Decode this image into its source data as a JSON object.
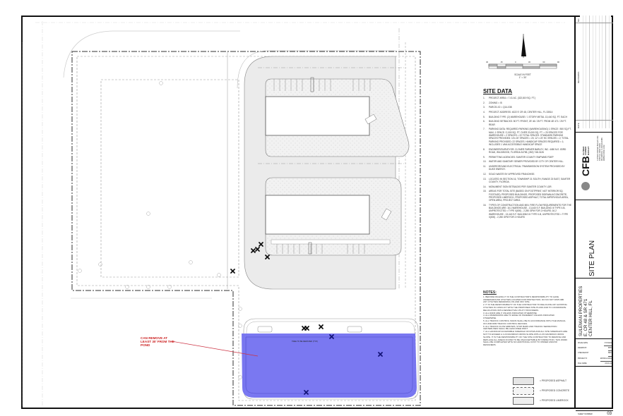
{
  "sheet": {
    "title": "SITE PLAN",
    "sheet_number_label": "SHEET NUMBER",
    "sheet_number": "03"
  },
  "north_arrow": {
    "icon": "north-arrow-icon",
    "label": "N"
  },
  "scale_bar": {
    "ticks": [
      "30",
      "15",
      "0",
      "30",
      "60",
      "90"
    ],
    "label": "SCALE IN FEET",
    "ratio": "1\" = 30'"
  },
  "revisions": {
    "header_no": "NO.",
    "header_revisions": "REVISIONS",
    "header_date": "DATE"
  },
  "firm": {
    "logo": "CFB",
    "name_lines": [
      "CLYMER",
      "FARNER",
      "BARLEY"
    ],
    "address_lines": [
      "CLYMER FARNER BARLEY, INC.",
      "4450 N.E. 83RD ROAD",
      "WILDWOOD, FLORIDA 34785",
      "WWW.CFBINC.COM"
    ]
  },
  "project": {
    "name": "SULEMAN PROPERTIES",
    "location_line1": "E. CR 48 & SR 471",
    "location_line2": "CENTER HILL, FL"
  },
  "info_block": [
    {
      "label": "ISSUE DATE",
      "value": "7/17/2024"
    },
    {
      "label": "DRAWN BY",
      "value": "BHP"
    },
    {
      "label": "CHECKED BY",
      "value": "SMC"
    },
    {
      "label": "PROJECT #",
      "value": "EP2024-21001"
    },
    {
      "label": "FILE NAME",
      "value": "24-21-01"
    }
  ],
  "site_data": {
    "title": "SITE DATA",
    "items": [
      {
        "n": "1.",
        "text": "PROJECT AREA = 7.41 AC. (322,819 SQ. FT.)"
      },
      {
        "n": "2.",
        "text": "ZONING = I5"
      },
      {
        "n": "3.",
        "text": "PARCEL ID = Q14-038"
      },
      {
        "n": "4.",
        "text": "PROJECT ADDRESS: 4022 E CR 48, CENTER HILL, FL 33514"
      },
      {
        "n": "5.",
        "text": "BUILDING TYPE: (2) WAREHOUSE / 1 STORY METAL 13,440 SQ. FT. EACH"
      },
      {
        "n": "6.",
        "text": "BUILDING SETBACKS: 50 FT. FRONT, 25' 46 / 25 FT. FROM 48' 471 / 25 FT. REAR"
      },
      {
        "n": "7.",
        "text": "PARKING DATA: REQUIRED PARKING (WAREHOUSING) 1 SPACE / 500 SQ.FT. MAX; 1 SPACE / 2,000 SQ. FT. OVER 20,000 SQ. FT. = 20 SPACES FOR WAREHOUSE = 2 SPACES = 22 TOTAL SPACES. STANDARD PARKING SPACES PROVIDED: 10'x 20' SPACES = 20; 12' x 20' HC SPACES = 2; TOTAL PARKING PROVIDED: 22 SPACES. HANDICAP SPACES REQUIRED = 1; INCLUDES 1 VAN ACCESSIBLE HANDICAP SPACE"
      },
      {
        "n": "8.",
        "text": "ENGINEER/SURVEYOR: CLYMER FARNER BARLEY, INC. 4450 N.E. 83RD ROAD, WILDWOOD, FLORIDA 34785, (352) 748-3126"
      },
      {
        "n": "9.",
        "text": "PERMITTING AGENCIES: SUMTER COUNTY   SWFWMD   FDEP"
      },
      {
        "n": "10.",
        "text": "WATER AND SANITARY SEWER PROVIDED BY CITY OF CENTER HILL."
      },
      {
        "n": "11.",
        "text": "UNDERGROUND ELECTRICAL TRANSMISSION SYSTEM PROVIDED BY DUKE ENERGY."
      },
      {
        "n": "12.",
        "text": "SOLID WASTE BY APPROVED FRANCHISE."
      },
      {
        "n": "13.",
        "text": "LOCATED IN SECTION 16, TOWNSHIP 21 SOUTH, RANGE 23 EAST, SUMTER COUNTY, FLORIDA."
      },
      {
        "n": "14.",
        "text": "MONUMENT SIGN SETBACKS PER SUMTER COUNTY LDR."
      },
      {
        "n": "15.",
        "text": "AREAS FOR TOTAL SITE (BASED ON FOOTPRINT, NOT INTERIOR SQ. FOOTAGE): PROPOSED BUILDINGS, PROPOSED SIDEWALK/CONCRETE, PROPOSED LIMEROCK, PROPOSED ASPHALT, TOTAL IMPERVIOUS AREA, OPEN AREA, PROJECT AREA"
      },
      {
        "n": "16.",
        "text": "TYPES OF CONSTRUCTION AND MIN. FIRE FLOW REQUIREMENTS FOR THE BUILDINGS ARE: 16.1 WAREHOUSE - 13,440 S.F. BUILDING III TYPE II-B, UNPROTECTED = TYPE II(000) - 2,250 GPM FOR 2 HOURS; 16.2 WAREHOUSE - 13,440 S.F. BUILDING III TYPE II-B, UNPROTECTED = TYPE II(000) - 2,250 GPM FOR 2 HOURS"
      }
    ]
  },
  "notes": {
    "title": "NOTES:",
    "items": [
      "1. BEFORE DIGGING IT IS THE CONTRACTOR'S RESPONSIBILITY TO HAVE UNDERGROUND UTILITIES LOCATED FOR PROTECTION. DO NO NOT DISTURB ANY UTILITIES REMAINING ON AND OFF SITE.",
      "2. IT IS THE RESPONSIBILITY OF THE CONTRACTOR TO RELOCATE ANY EXISTING UTILITIES IN CONFLICT WITH THE PROPOSED SITE PLANS AND TO COORDINATE RELOCATION WITH RESPECTIVE UTILITY PROVIDERS.",
      "3. ALL RADII ARE 3' UNLESS INDICATED OTHERWISE.",
      "4. ALL DIMENSIONS ARE TO EDGE OF PAVEMENT UNLESS INDICATED OTHERWISE.",
      "5. ALL TRAFFIC CONTROL SIGNS SHALL BE IN ACCORDANCE WITH THE MANUAL ON UNIFORM TRAFFIC CONTROL DEVICES.",
      "6. ALL TRAFFIC FLOW ARROWS, STOP BARS AND TRAFFIC SEPARATION CENTERLINES SHALL BE LEAD-FREE PAINT.",
      "7. ALL HANDICAP ACCESSIBLE SIDEWALK ROUTES AND ALL SITE SIDEWALKS ARE NOT TO EXCEED A 1:20 MAXIMUM CROSS SLOPE WITH A 2% MAXIMUM CROSS SLOPE. IT IS THE RESPONSIBILITY OF THE SITE CONTRACTOR TO REMOVE AND REPLACE ALL AREAS FOUND TO BE UNACCEPTABLE BY INSPECTION. THIS WORK SHALL BE COMPLETED WITH NO ADDITIONAL COST TO OWNER AND/OR DESIGNERS."
    ]
  },
  "legend": [
    {
      "label": "= PROPOSED ASPHALT",
      "swatch": "asphalt"
    },
    {
      "label": "= PROPOSED CONCRETE",
      "swatch": "concrete"
    },
    {
      "label": "= PROPOSED LIMEROCK",
      "swatch": "limerock"
    }
  ],
  "annotations": {
    "red_note": "CAN REMOVE AT LEAST 30' FROM THE POND",
    "tree_label": "TREE TO BE REMOVED (TYP.)"
  },
  "colors": {
    "pond_fill": "#6f6cf0",
    "pond_x": "#1a1a8a",
    "tree_x": "#111111",
    "red_note": "#cc2222",
    "pavement": "#ebebeb"
  }
}
